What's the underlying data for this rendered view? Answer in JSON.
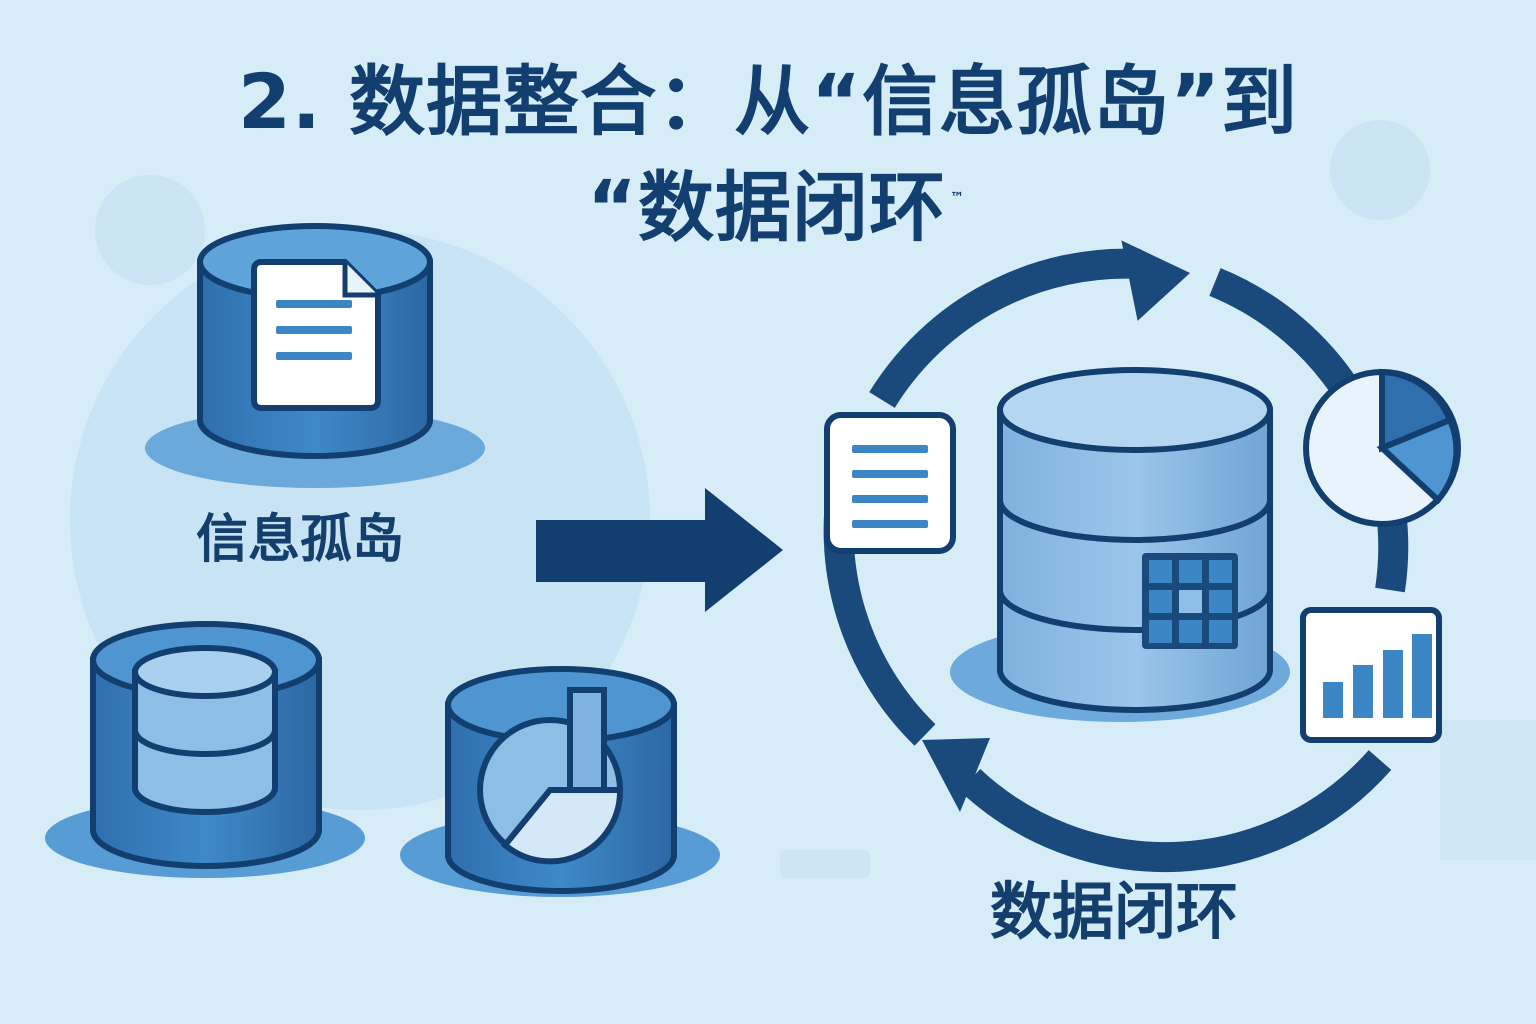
{
  "title": {
    "line1": "2. 数据整合：从“信息孤岛”到",
    "line2": "“数据闭环",
    "mark": "™"
  },
  "left_label": "信息孤岛",
  "right_label": "数据闭环",
  "colors": {
    "background": "#d6ecf7",
    "navy": "#123f6f",
    "mid_blue": "#3d86c6",
    "light_blue": "#8dc0e6",
    "pale_blue": "#e8f3fb"
  },
  "icons": [
    "document-silo-icon",
    "database-silo-icon",
    "chart-silo-icon",
    "right-arrow-icon",
    "cycle-arrows-icon",
    "central-database-icon",
    "grid-table-icon",
    "document-card-icon",
    "pie-chart-icon",
    "bar-chart-icon"
  ]
}
